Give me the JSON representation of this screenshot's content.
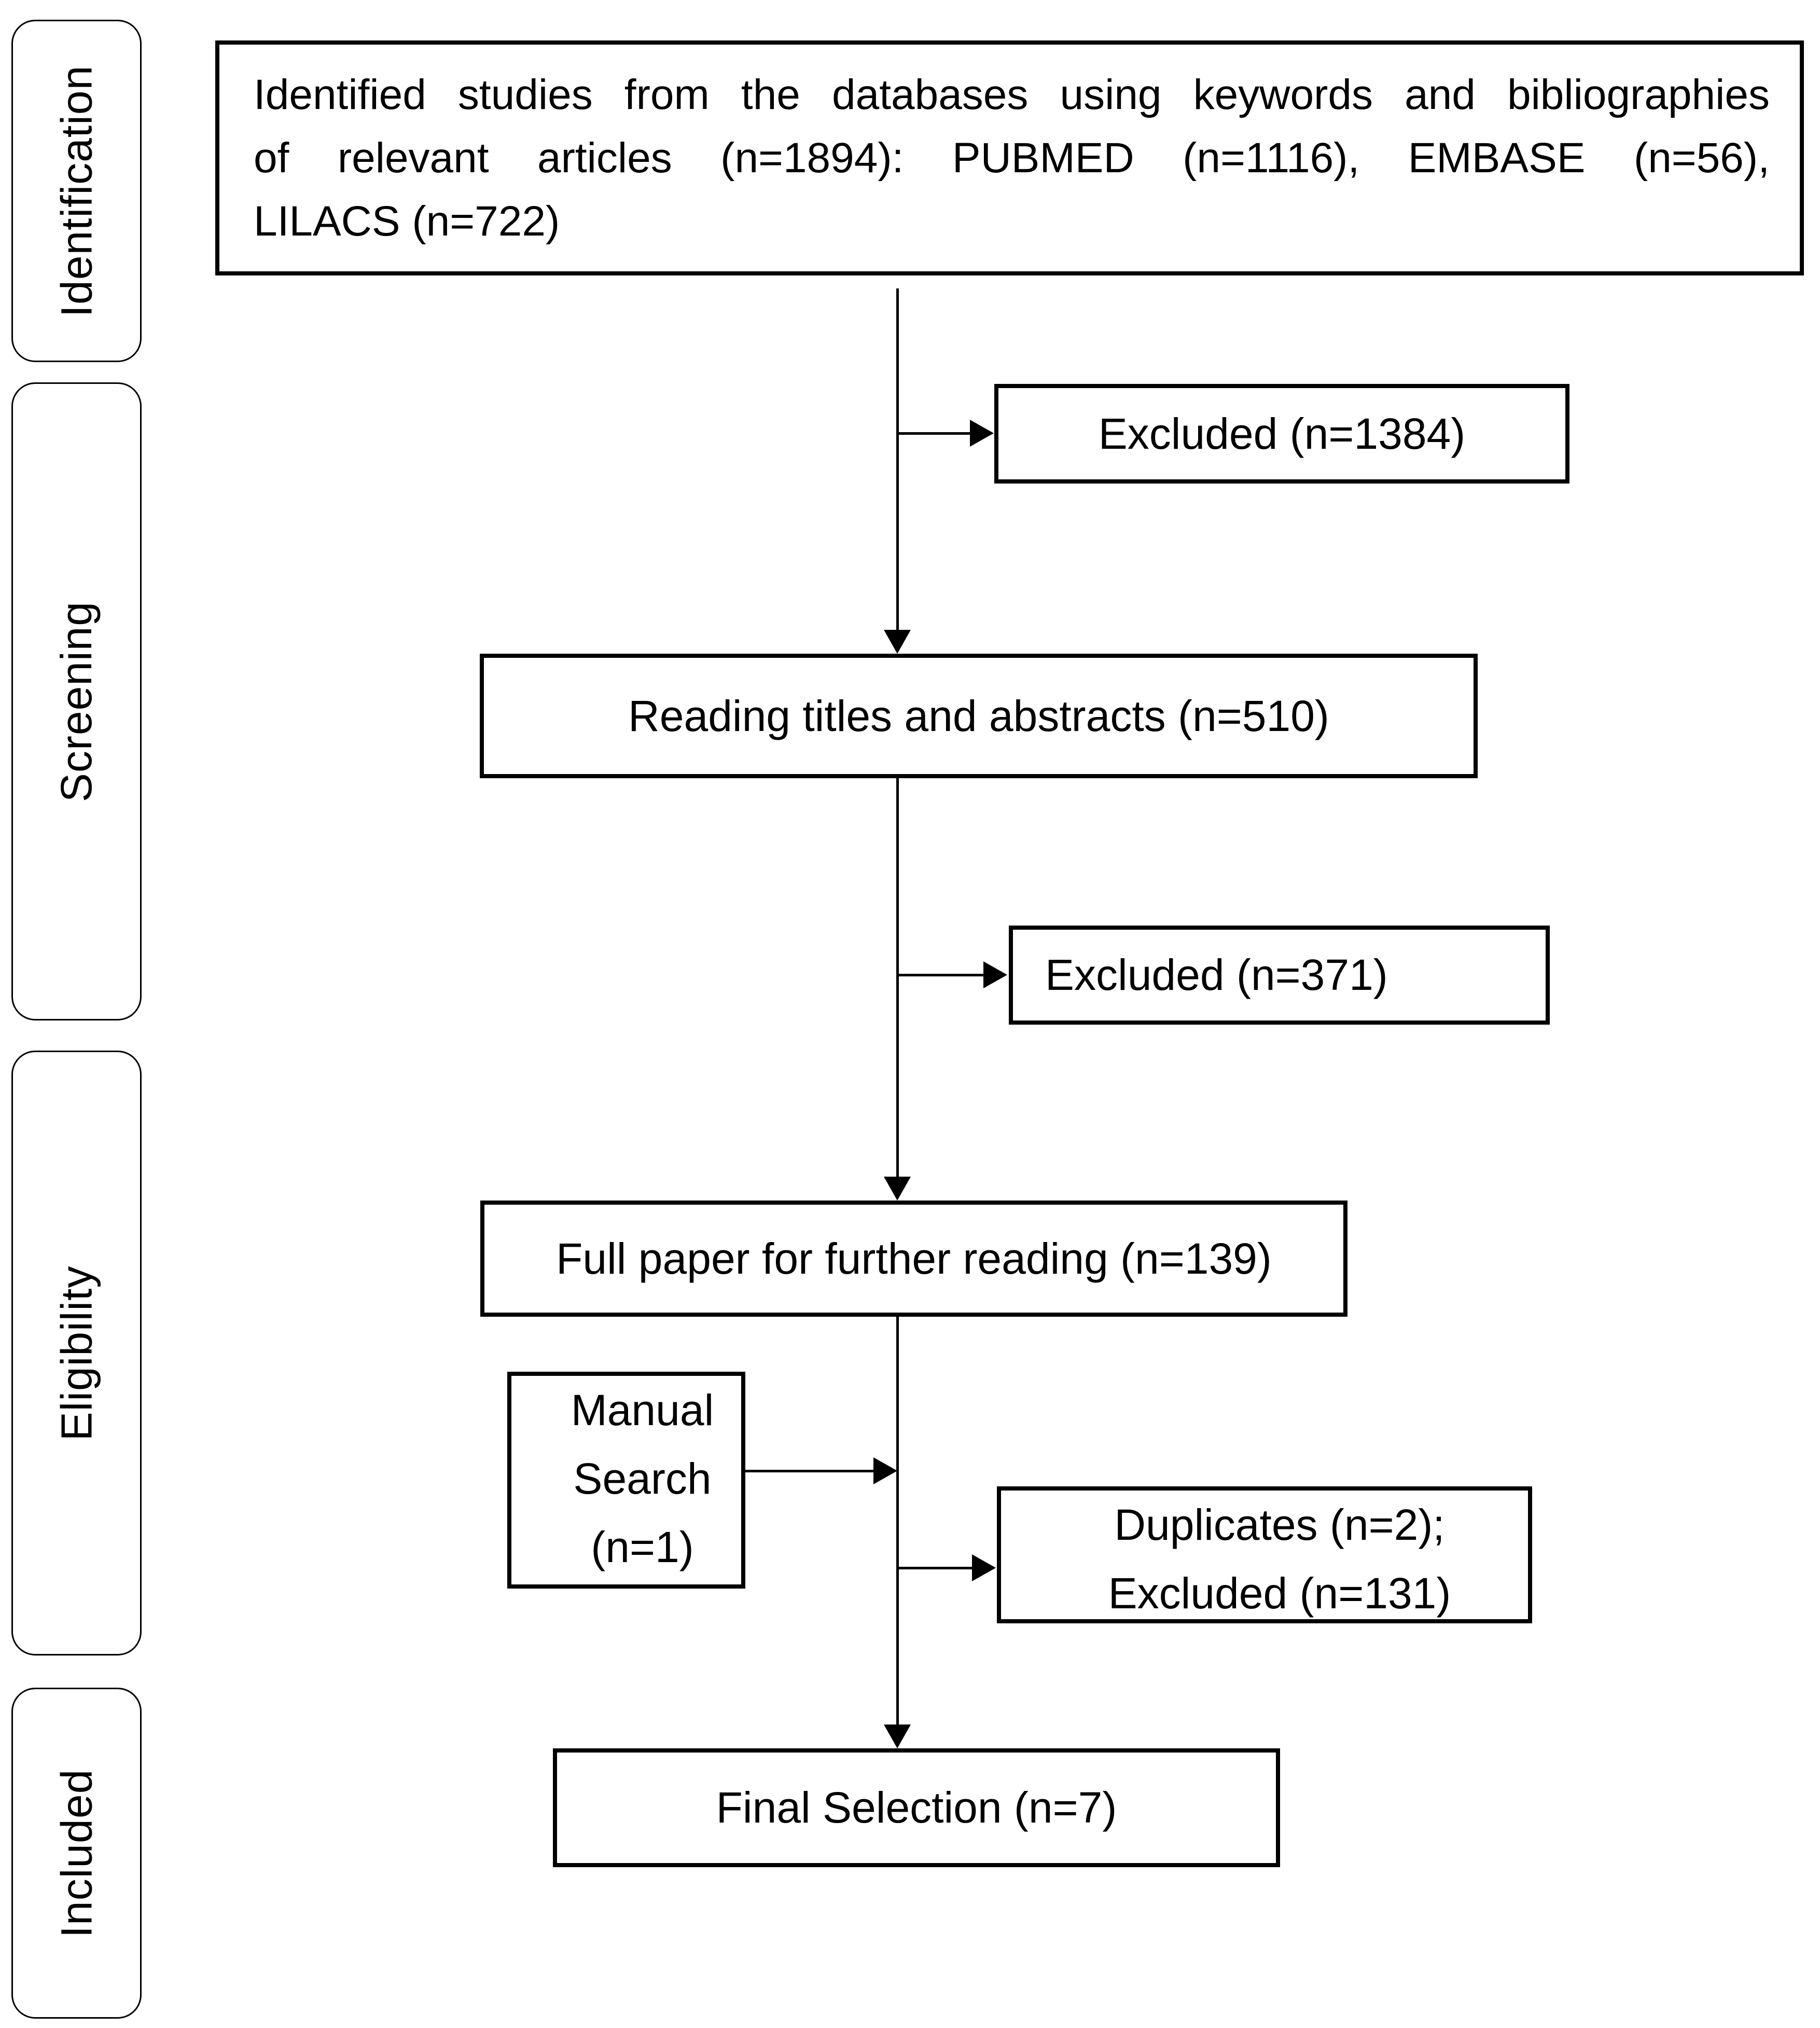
{
  "diagram": {
    "type": "prisma-flowchart",
    "colors": {
      "line": "#000000",
      "background": "#ffffff",
      "text": "#000000"
    },
    "stages": [
      {
        "label": "Identification"
      },
      {
        "label": "Screening"
      },
      {
        "label": "Eligibility"
      },
      {
        "label": "Included"
      }
    ],
    "boxes": {
      "identified": {
        "lines": [
          "Identified studies from the databases using keywords and bibliographies",
          "of relevant articles (n=1894): PUBMED (n=1116), EMBASE (n=56),",
          "LILACS (n=722)"
        ]
      },
      "excluded_first": {
        "label": "Excluded (n=1384)"
      },
      "reading": {
        "label": "Reading titles and abstracts (n=510)"
      },
      "excluded_second": {
        "label": "Excluded (n=371)"
      },
      "full_paper": {
        "label": "Full paper for further reading (n=139)"
      },
      "manual_search": {
        "lines": [
          "Manual",
          "Search",
          "(n=1)"
        ]
      },
      "duplicates": {
        "lines": [
          "Duplicates (n=2);",
          "Excluded (n=131)"
        ]
      },
      "final_selection": {
        "label": "Final Selection (n=7)"
      }
    }
  }
}
